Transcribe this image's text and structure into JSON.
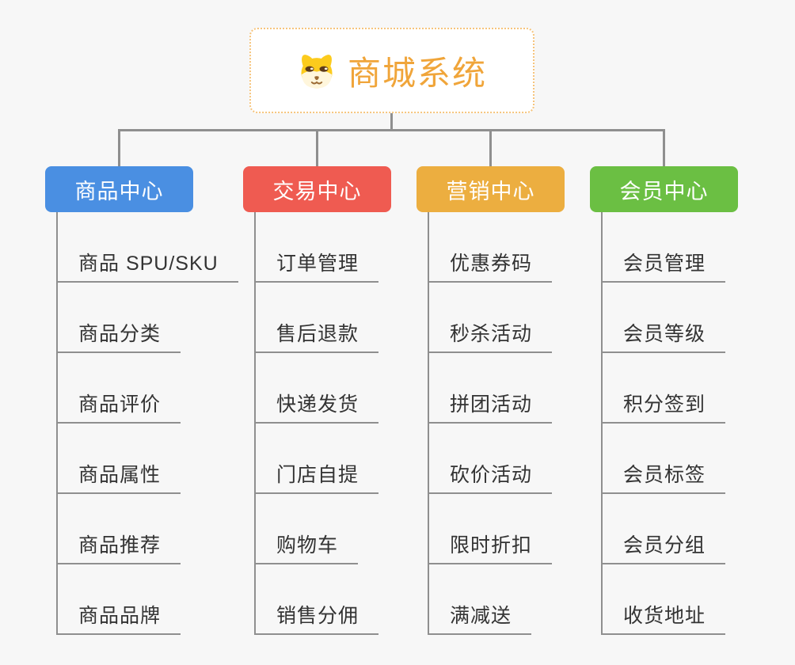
{
  "theme": {
    "background": "#f7f7f7",
    "connector_color": "#8f8f8f",
    "leaf_text_color": "#333333"
  },
  "root": {
    "label": "商城系统",
    "icon": "shiba-dog-face-icon",
    "text_color": "#f0a53a",
    "border_color": "#f6c47c"
  },
  "branches": [
    {
      "label": "商品中心",
      "color": "#4a8fe2",
      "items": [
        "商品 SPU/SKU",
        "商品分类",
        "商品评价",
        "商品属性",
        "商品推荐",
        "商品品牌"
      ]
    },
    {
      "label": "交易中心",
      "color": "#ef5b51",
      "items": [
        "订单管理",
        "售后退款",
        "快递发货",
        "门店自提",
        "购物车",
        "销售分佣"
      ]
    },
    {
      "label": "营销中心",
      "color": "#ecae40",
      "items": [
        "优惠券码",
        "秒杀活动",
        "拼团活动",
        "砍价活动",
        "限时折扣",
        "满减送"
      ]
    },
    {
      "label": "会员中心",
      "color": "#6bbf43",
      "items": [
        "会员管理",
        "会员等级",
        "积分签到",
        "会员标签",
        "会员分组",
        "收货地址"
      ]
    }
  ]
}
